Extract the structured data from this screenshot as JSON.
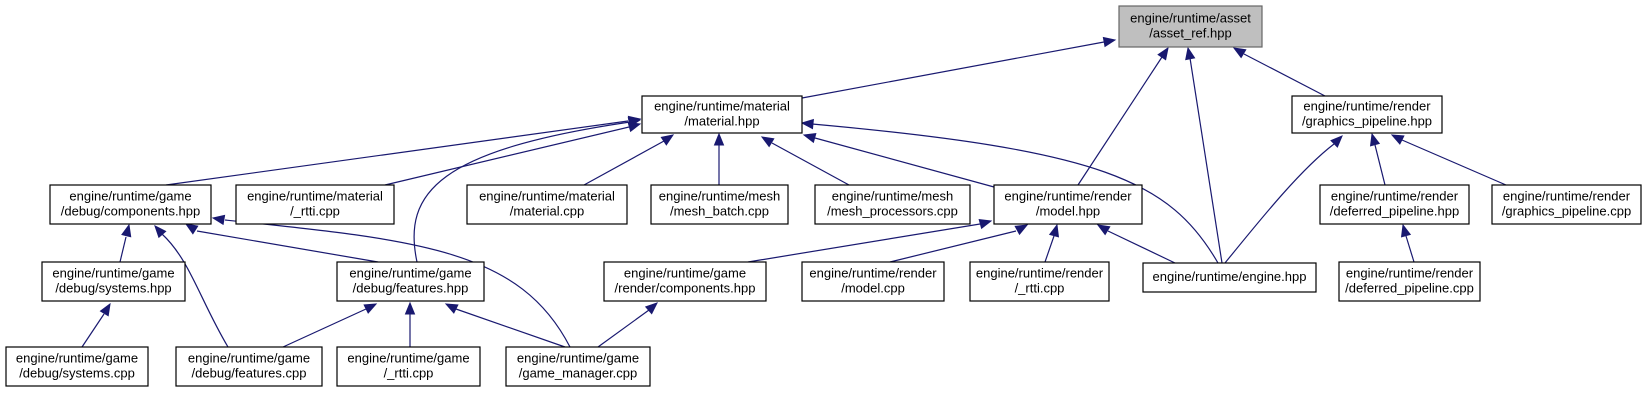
{
  "nodes": {
    "asset_ref": [
      "engine/runtime/asset",
      "/asset_ref.hpp"
    ],
    "material_hpp": [
      "engine/runtime/material",
      "/material.hpp"
    ],
    "graphics_pipeline_hpp": [
      "engine/runtime/render",
      "/graphics_pipeline.hpp"
    ],
    "debug_components_hpp": [
      "engine/runtime/game",
      "/debug/components.hpp"
    ],
    "material_rtti": [
      "engine/runtime/material",
      "/_rtti.cpp"
    ],
    "material_cpp": [
      "engine/runtime/material",
      "/material.cpp"
    ],
    "mesh_batch": [
      "engine/runtime/mesh",
      "/mesh_batch.cpp"
    ],
    "mesh_processors": [
      "engine/runtime/mesh",
      "/mesh_processors.cpp"
    ],
    "model_hpp": [
      "engine/runtime/render",
      "/model.hpp"
    ],
    "deferred_pipeline_hpp": [
      "engine/runtime/render",
      "/deferred_pipeline.hpp"
    ],
    "graphics_pipeline_cpp": [
      "engine/runtime/render",
      "/graphics_pipeline.cpp"
    ],
    "debug_systems_hpp": [
      "engine/runtime/game",
      "/debug/systems.hpp"
    ],
    "debug_features_hpp": [
      "engine/runtime/game",
      "/debug/features.hpp"
    ],
    "render_components_hpp": [
      "engine/runtime/game",
      "/render/components.hpp"
    ],
    "model_cpp": [
      "engine/runtime/render",
      "/model.cpp"
    ],
    "render_rtti": [
      "engine/runtime/render",
      "/_rtti.cpp"
    ],
    "engine_hpp": [
      "engine/runtime/engine.hpp"
    ],
    "deferred_pipeline_cpp": [
      "engine/runtime/render",
      "/deferred_pipeline.cpp"
    ],
    "debug_systems_cpp": [
      "engine/runtime/game",
      "/debug/systems.cpp"
    ],
    "debug_features_cpp": [
      "engine/runtime/game",
      "/debug/features.cpp"
    ],
    "game_rtti": [
      "engine/runtime/game",
      "/_rtti.cpp"
    ],
    "game_manager": [
      "engine/runtime/game",
      "/game_manager.cpp"
    ]
  },
  "colors": {
    "edge": "#191970",
    "root_fill": "#bfbfbf",
    "node_fill": "#ffffff"
  }
}
